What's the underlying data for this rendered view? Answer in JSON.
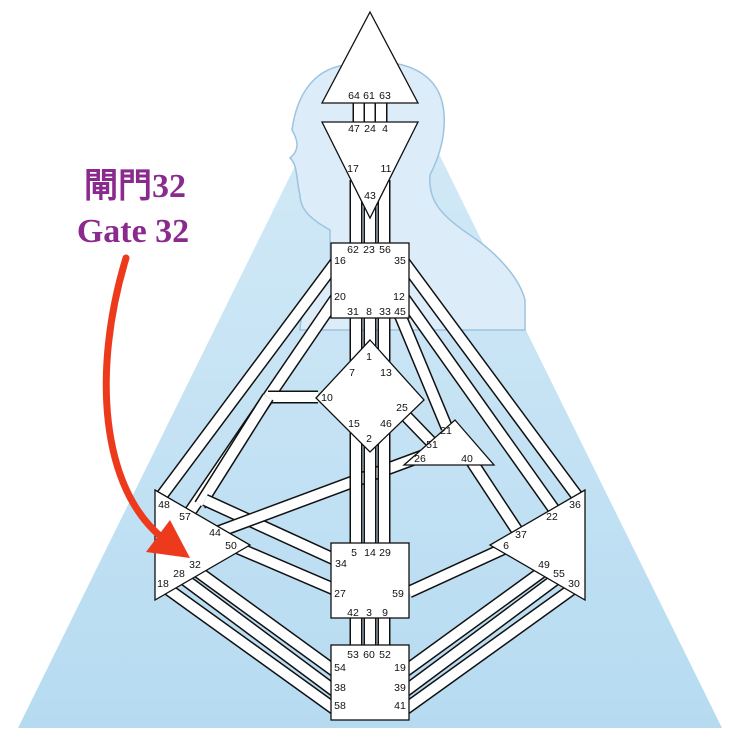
{
  "callout": {
    "chinese_label": "閘門32",
    "english_label": "Gate 32",
    "highlighted_gate": "32",
    "text_color": "#8a2a8e",
    "arrow_color": "#ee3a1c"
  },
  "colors": {
    "background_triangle": "#c6e3f5",
    "silhouette": "#dcedf9",
    "center_fill": "#ffffff",
    "outline": "#111111"
  },
  "gates": [
    "64",
    "61",
    "63",
    "47",
    "24",
    "4",
    "17",
    "11",
    "43",
    "62",
    "23",
    "56",
    "16",
    "35",
    "20",
    "12",
    "31",
    "8",
    "33",
    "45",
    "1",
    "7",
    "13",
    "10",
    "25",
    "15",
    "46",
    "2",
    "21",
    "51",
    "26",
    "40",
    "48",
    "57",
    "44",
    "50",
    "32",
    "28",
    "18",
    "36",
    "22",
    "37",
    "6",
    "49",
    "55",
    "30",
    "5",
    "14",
    "29",
    "34",
    "27",
    "59",
    "42",
    "3",
    "9",
    "53",
    "60",
    "52",
    "54",
    "38",
    "58",
    "19",
    "39",
    "41"
  ]
}
